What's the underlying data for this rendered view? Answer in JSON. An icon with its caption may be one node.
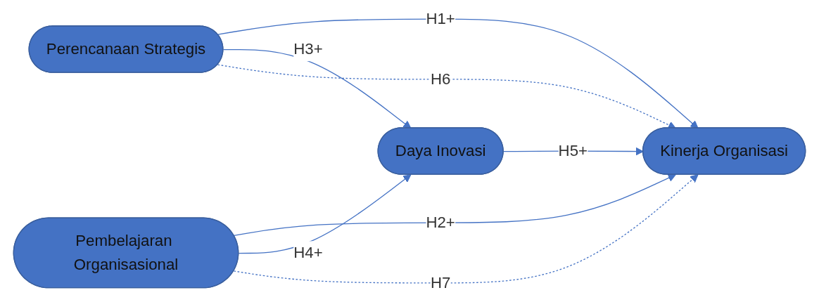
{
  "diagram": {
    "nodes": [
      {
        "text": [
          "Perencanaan Strategis"
        ]
      },
      {
        "text": [
          "Pembelajaran Organisasional"
        ]
      },
      {
        "text": [
          "Daya Inovasi"
        ]
      },
      {
        "text": [
          "Kinerja Organisasi"
        ]
      }
    ],
    "edges": [
      {
        "from": 0,
        "to": 3,
        "arrow": "to",
        "label": "H1+"
      },
      {
        "from": 1,
        "to": 3,
        "arrow": "to",
        "label": "H2+"
      },
      {
        "from": 0,
        "to": 2,
        "arrow": "to",
        "label": "H3+"
      },
      {
        "from": 1,
        "to": 2,
        "arrow": "to",
        "label": "H4+"
      },
      {
        "from": 2,
        "to": 3,
        "arrow": "to",
        "label": "H5+"
      },
      {
        "from": 0,
        "to": 3,
        "arrow": "to",
        "label": "H6",
        "style": "dashed"
      },
      {
        "from": 1,
        "to": 3,
        "arrow": "to",
        "label": "H7",
        "style": "dashed"
      }
    ]
  }
}
